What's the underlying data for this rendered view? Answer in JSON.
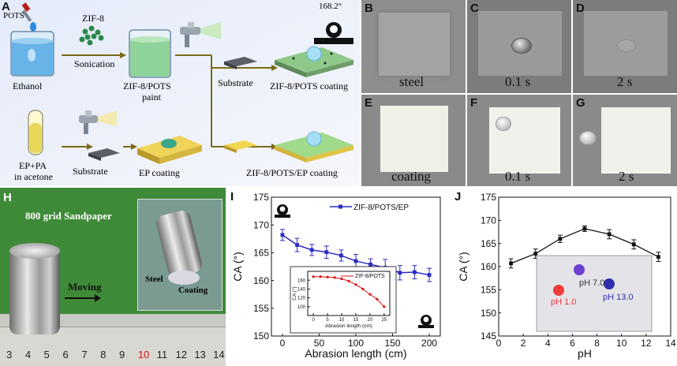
{
  "panelA": {
    "label": "A",
    "texts": {
      "pots": "POTS",
      "zif8": "ZIF-8",
      "sonication": "Sonication",
      "ethanol": "Ethanol",
      "paint_line1": "ZIF-8/POTS",
      "paint_line2": "paint",
      "substrate1": "Substrate",
      "coating1": "ZIF-8/POTS coating",
      "angle": "168.2°",
      "ep_line1": "EP+PA",
      "ep_line2": "in acetone",
      "substrate2": "Substrate",
      "ep_coating": "EP coating",
      "coating2": "ZIF-8/POTS/EP coating"
    }
  },
  "photos": {
    "B": {
      "label": "B",
      "caption": "steel"
    },
    "C": {
      "label": "C",
      "caption": "0.1 s"
    },
    "D": {
      "label": "D",
      "caption": "2 s"
    },
    "E": {
      "label": "E",
      "caption": "coating"
    },
    "F": {
      "label": "F",
      "caption": "0.1 s"
    },
    "G": {
      "label": "G",
      "caption": "2 s"
    }
  },
  "panelH": {
    "label": "H",
    "title": "800 grid Sandpaper",
    "moving": "Moving",
    "steel": "Steel",
    "coating": "Coating",
    "ruler_ticks": [
      "3",
      "4",
      "5",
      "6",
      "7",
      "8",
      "9",
      "10",
      "11",
      "12",
      "13",
      "14"
    ]
  },
  "chart_data": [
    {
      "id": "I",
      "panel_label": "I",
      "type": "line",
      "xlabel": "Abrasion length (cm)",
      "ylabel": "CA (°)",
      "xlim": [
        -15,
        215
      ],
      "ylim": [
        150,
        175
      ],
      "xticks": [
        0,
        50,
        100,
        150,
        200
      ],
      "yticks": [
        150,
        155,
        160,
        165,
        170,
        175
      ],
      "legend_position": "top-right",
      "color": "#2b2bc4",
      "series": [
        {
          "name": "ZIF-8/POTS/EP",
          "x": [
            0,
            20,
            40,
            60,
            80,
            100,
            120,
            140,
            160,
            180,
            200
          ],
          "y": [
            168.2,
            166.4,
            165.5,
            165.1,
            164.5,
            163.5,
            162.9,
            162.3,
            161.4,
            161.5,
            161.0
          ],
          "err": [
            1.0,
            1.2,
            1.0,
            1.1,
            1.0,
            1.2,
            1.0,
            1.5,
            1.3,
            1.2,
            1.2
          ]
        }
      ],
      "inset": {
        "type": "line",
        "xlabel": "Abrasion length (cm)",
        "ylabel": "CA (°)",
        "xlim": [
          -2,
          27
        ],
        "ylim": [
          80,
          180
        ],
        "xticks": [
          0,
          5,
          10,
          15,
          20,
          25
        ],
        "yticks": [
          100,
          120,
          140,
          160
        ],
        "color": "#d11",
        "series": [
          {
            "name": "ZIF-8/POTS",
            "x": [
              0,
              2.5,
              5,
              7.5,
              10,
              12.5,
              15,
              17.5,
              20,
              22.5,
              25
            ],
            "y": [
              168,
              168,
              167,
              166,
              163,
              158,
              150,
              140,
              128,
              117,
              100
            ]
          }
        ]
      }
    },
    {
      "id": "J",
      "panel_label": "J",
      "type": "line",
      "xlabel": "pH",
      "ylabel": "CA (°)",
      "xlim": [
        0,
        14
      ],
      "ylim": [
        145,
        175
      ],
      "xticks": [
        0,
        2,
        4,
        6,
        8,
        10,
        12,
        14
      ],
      "yticks": [
        145,
        150,
        155,
        160,
        165,
        170,
        175
      ],
      "color": "#111",
      "series": [
        {
          "x": [
            1,
            3,
            5,
            7,
            9,
            11,
            13
          ],
          "y": [
            160.7,
            162.8,
            166.0,
            168.2,
            167.0,
            164.8,
            162.1
          ],
          "err": [
            1.0,
            1.0,
            0.8,
            0.6,
            1.0,
            1.0,
            1.0
          ]
        }
      ],
      "inset_photo_labels": [
        "pH 7.0",
        "pH 1.0",
        "pH 13.0"
      ]
    }
  ]
}
